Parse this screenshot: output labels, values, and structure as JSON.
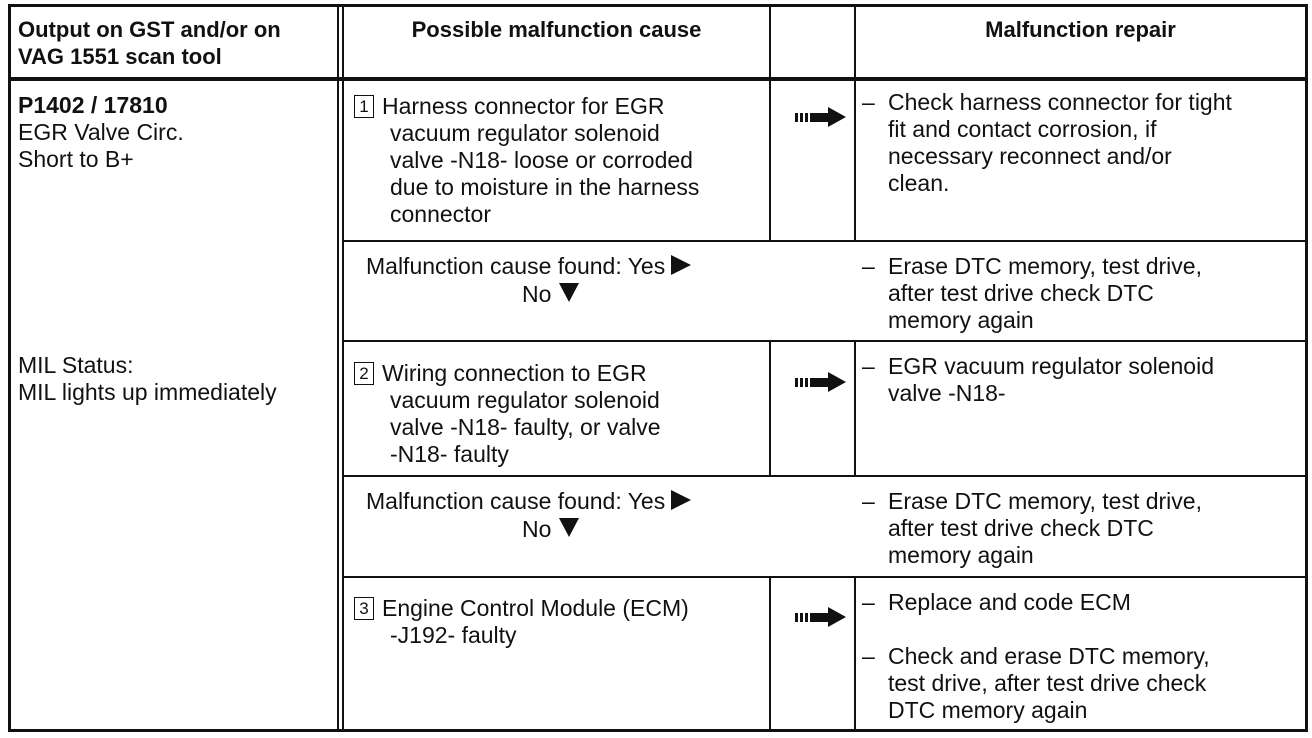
{
  "header": {
    "col1_line1": "Output on GST and/or on",
    "col1_line2": "VAG 1551 scan tool",
    "col2": "Possible malfunction cause",
    "col3": "Malfunction repair"
  },
  "left": {
    "code": "P1402 / 17810",
    "desc_line1": "EGR Valve Circ.",
    "desc_line2": "Short to B+",
    "mil_line1": "MIL Status:",
    "mil_line2": "MIL lights up immediately"
  },
  "steps": [
    {
      "number": "1",
      "cause": [
        "Harness connector for EGR",
        "vacuum regulator solenoid",
        "valve -N18- loose or corroded",
        "due to moisture in the harness",
        "connector"
      ],
      "repair": [
        "Check harness connector for tight",
        "fit and contact corrosion, if",
        "necessary reconnect and/or",
        "clean."
      ]
    },
    {
      "number": "2",
      "cause": [
        "Wiring connection to EGR",
        "vacuum regulator solenoid",
        "valve -N18- faulty, or valve",
        "-N18- faulty"
      ],
      "repair": [
        "EGR vacuum regulator solenoid",
        "valve -N18-"
      ]
    },
    {
      "number": "3",
      "cause": [
        "Engine Control Module (ECM)",
        "-J192- faulty"
      ],
      "repair_a": [
        "Replace and code ECM"
      ],
      "repair_b": [
        "Check and erase DTC memory,",
        "test drive, after test drive check",
        "DTC memory again"
      ]
    }
  ],
  "decision": {
    "found_label": "Malfunction cause found: Yes",
    "no_label": "No",
    "repair": [
      "Erase DTC memory, test drive,",
      "after test drive check DTC",
      "memory again"
    ]
  },
  "dash": "–"
}
